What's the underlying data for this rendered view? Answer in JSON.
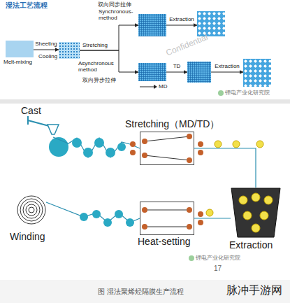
{
  "diagram": {
    "title": "湿法工艺流程",
    "caption": "图 湿法聚烯烃隔膜生产流程",
    "nodes": [
      {
        "text": [
          "Melt-mixing"
        ]
      },
      {
        "text": []
      },
      {
        "text": []
      },
      {
        "text": []
      },
      {
        "text": []
      },
      {
        "text": []
      },
      {
        "text": []
      },
      {
        "text": [
          "Stretching（MD/TD）"
        ]
      },
      {
        "text": [
          "Extraction"
        ]
      },
      {
        "text": [
          "Heat-setting"
        ]
      }
    ],
    "edges": [
      {
        "from": 0,
        "to": 1,
        "label": "Sheeting",
        "arrow": "to"
      },
      {
        "from": 1,
        "to": 2,
        "arrow": "to"
      },
      {
        "from": 1,
        "to": 3,
        "arrow": "to"
      },
      {
        "from": 2,
        "to": 4,
        "label": "Extraction",
        "arrow": "to"
      },
      {
        "from": 3,
        "to": 5,
        "label": "TD",
        "arrow": "to"
      },
      {
        "from": 5,
        "to": 6,
        "label": "Extraction",
        "arrow": "to"
      },
      {
        "from": 7,
        "to": 8,
        "arrow": "none"
      },
      {
        "from": 8,
        "to": 9,
        "arrow": "none"
      }
    ],
    "labels": [
      "Cooling",
      "Stretching",
      "双向同步拉伸",
      "Synchronous- method",
      "Asynchronous method",
      "双向异步拉伸",
      "MD",
      "Cast",
      "Winding",
      "Confidential",
      "锂电产业化研究院",
      "锂电产业化研究院",
      "17",
      "脉冲手游网"
    ]
  }
}
